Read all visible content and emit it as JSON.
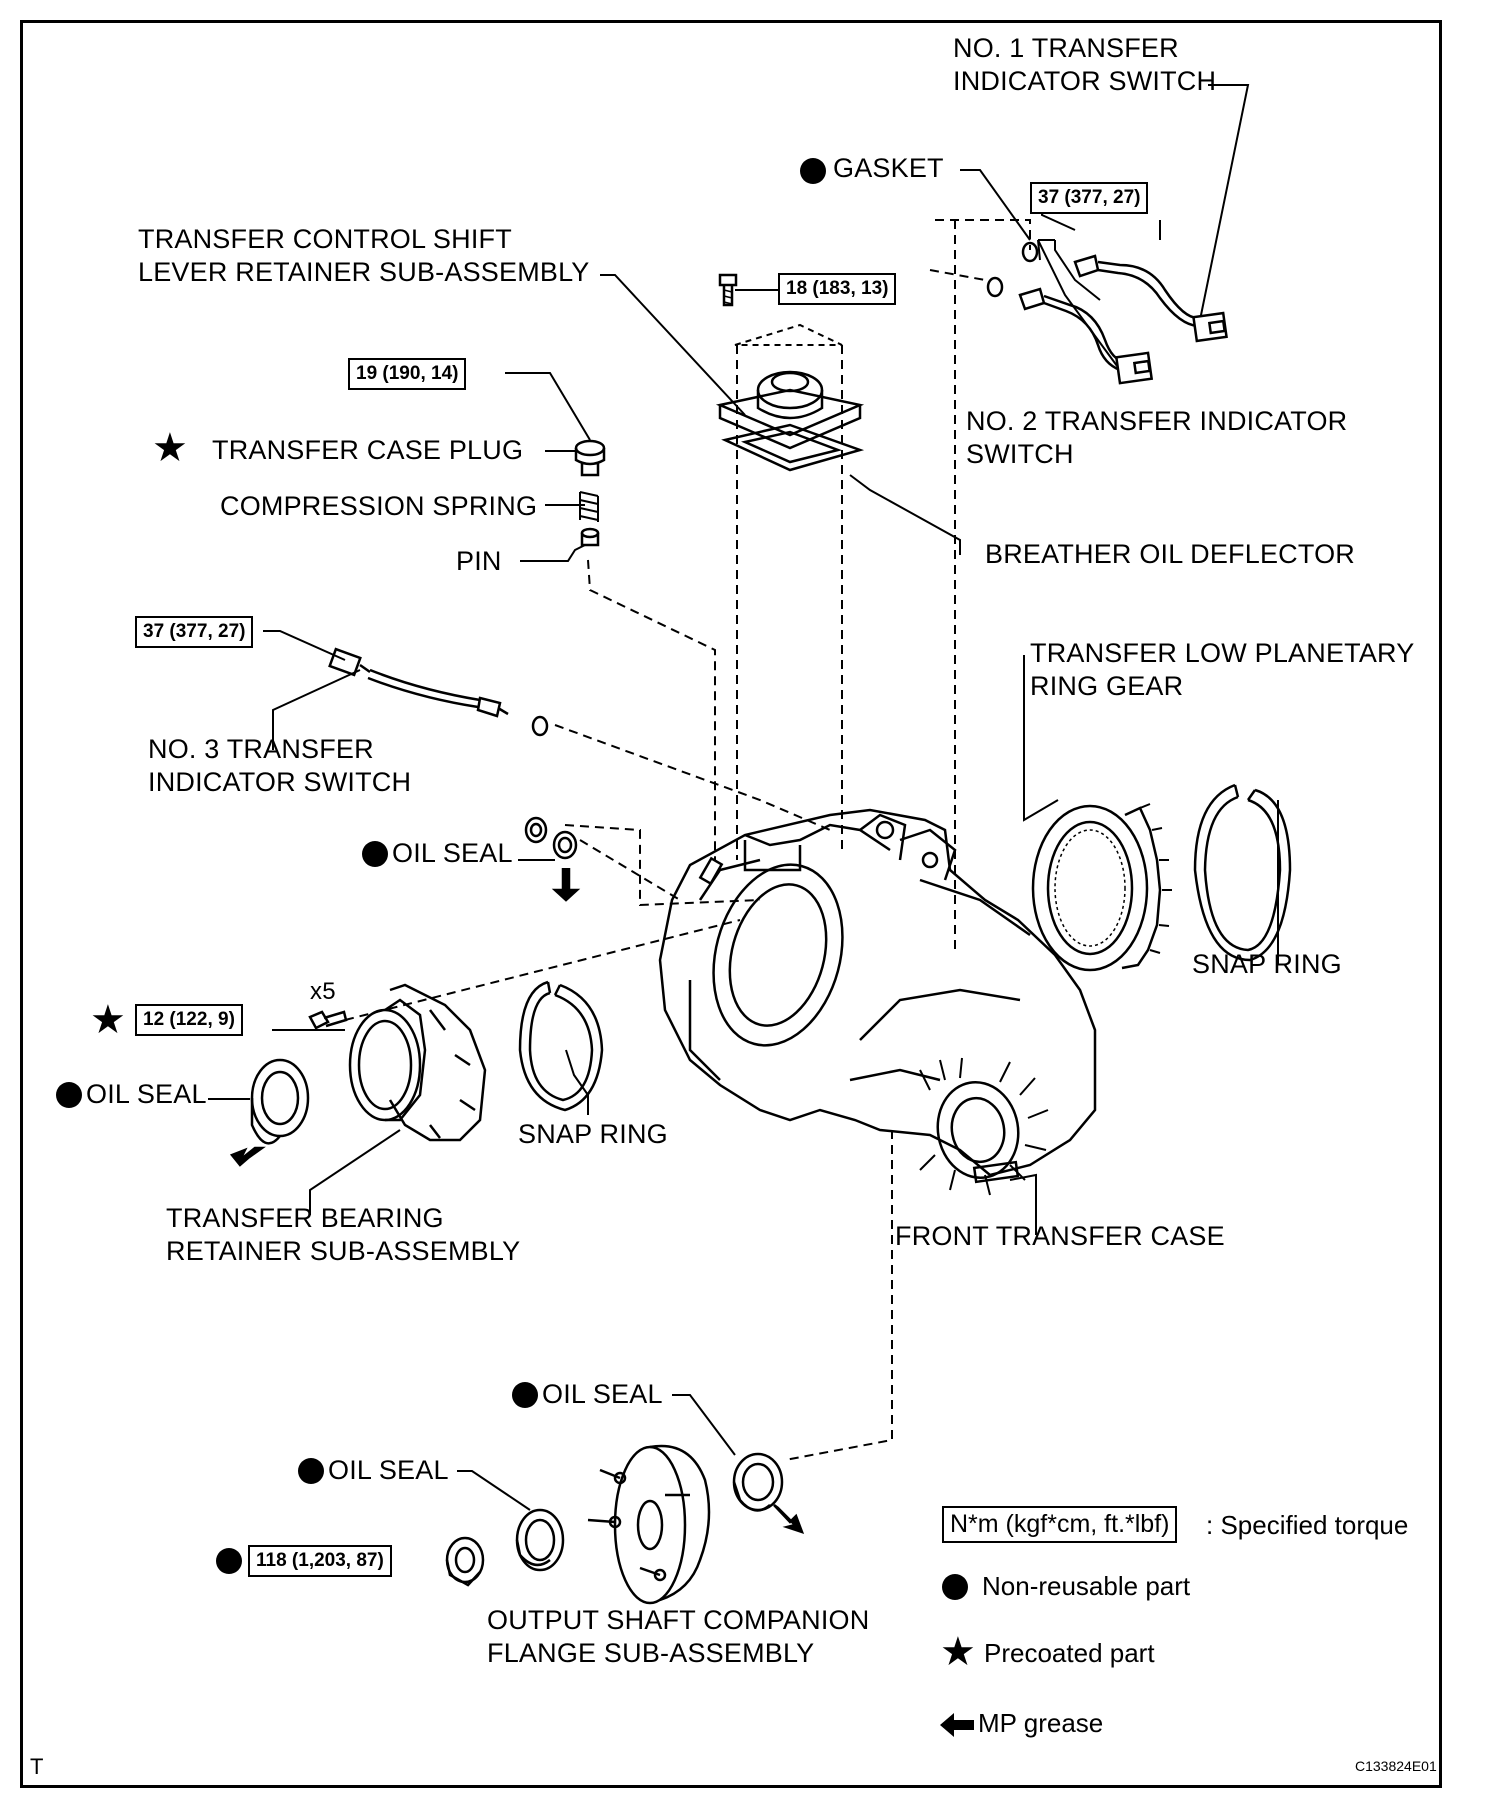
{
  "labels": {
    "no1_switch": "NO. 1 TRANSFER\nINDICATOR SWITCH",
    "gasket": "GASKET",
    "shift_lever_retainer": "TRANSFER CONTROL SHIFT\nLEVER RETAINER SUB-ASSEMBLY",
    "case_plug": "TRANSFER CASE PLUG",
    "compression_spring": "COMPRESSION SPRING",
    "pin": "PIN",
    "no2_switch": "NO. 2 TRANSFER INDICATOR\nSWITCH",
    "breather_deflector": "BREATHER OIL DEFLECTOR",
    "no3_switch": "NO. 3 TRANSFER\nINDICATOR SWITCH",
    "low_planetary_ring_gear": "TRANSFER LOW PLANETARY\nRING GEAR",
    "oil_seal_upper": "OIL SEAL",
    "snap_ring_right": "SNAP RING",
    "qty_x5": "x5",
    "oil_seal_left": "OIL SEAL",
    "snap_ring_middle": "SNAP RING",
    "bearing_retainer": "TRANSFER BEARING\nRETAINER SUB-ASSEMBLY",
    "front_transfer_case": "FRONT TRANSFER CASE",
    "oil_seal_lower_right": "OIL SEAL",
    "oil_seal_lower_left": "OIL SEAL",
    "companion_flange": "OUTPUT SHAFT COMPANION\nFLANGE SUB-ASSEMBLY",
    "corner_letter": "T",
    "figure_code": "C133824E01"
  },
  "torques": {
    "no1_switch": "37 (377, 27)",
    "lever_retainer_bolt": "18 (183, 13)",
    "case_plug": "19 (190, 14)",
    "no3_switch": "37 (377, 27)",
    "bearing_retainer_bolt": "12 (122, 9)",
    "companion_nut": "118 (1,203, 87)"
  },
  "legend": {
    "torque_unit": "N*m (kgf*cm, ft.*lbf)",
    "torque_desc": ": Specified torque",
    "non_reusable": "Non-reusable part",
    "precoated": "Precoated part",
    "mp_grease": "MP grease"
  },
  "symbols": {
    "non_reusable": "filled-circle",
    "precoated": "star",
    "mp_grease": "arrow"
  }
}
